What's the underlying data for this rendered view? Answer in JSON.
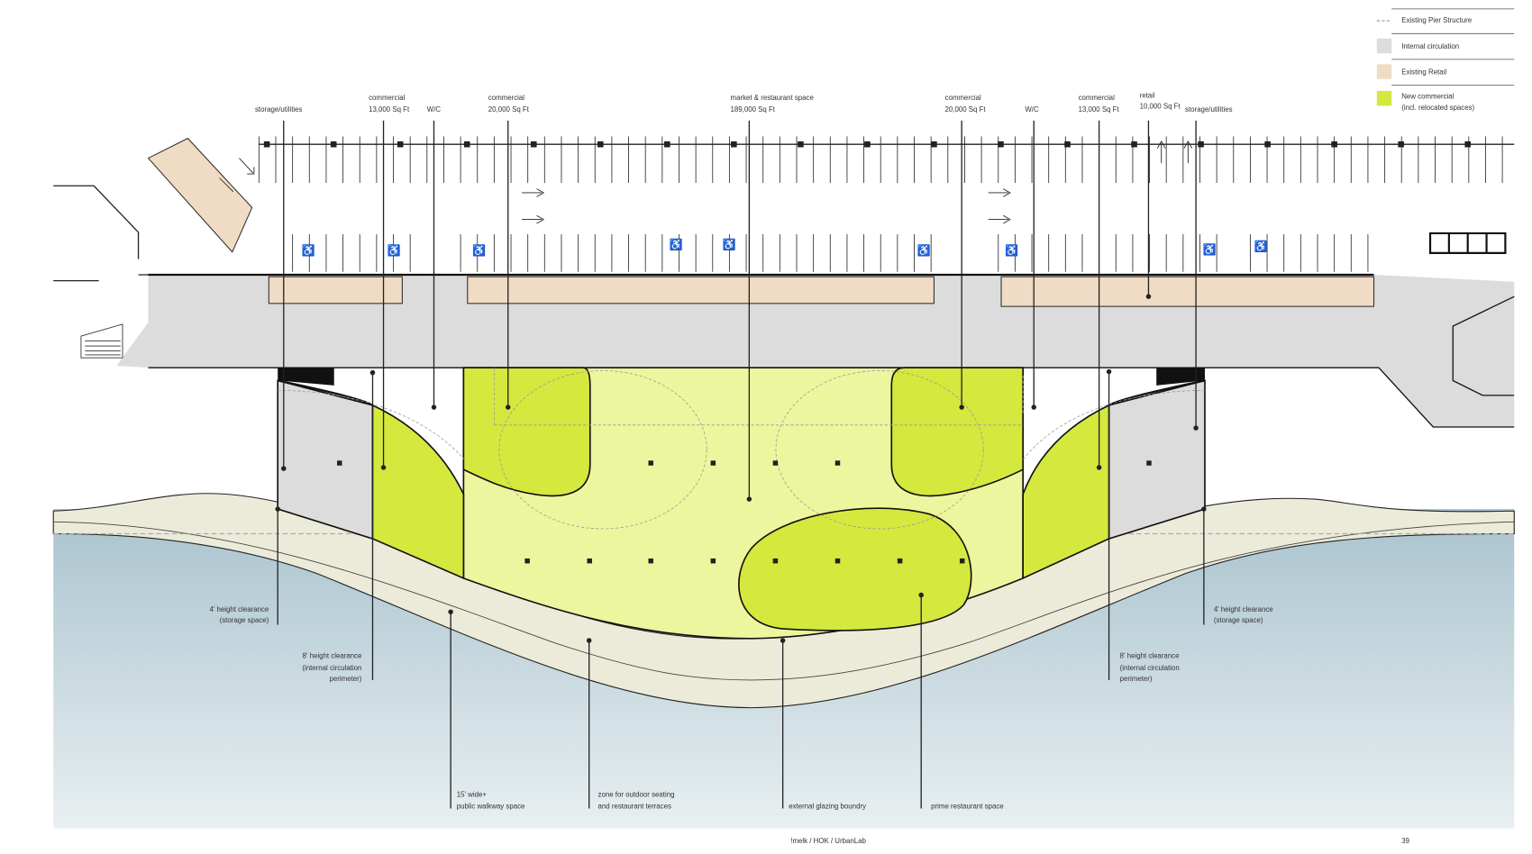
{
  "legend": {
    "items": [
      {
        "label": "Existing Pier Structure",
        "swatch": "dashed-line",
        "color": "#aaaaaa"
      },
      {
        "label": "Internal circulation",
        "color": "#dcdcdc"
      },
      {
        "label": "Existing Retail",
        "color": "#f0dcc4"
      },
      {
        "label": "New commercial",
        "label2": "(incl. relocated spaces)",
        "color": "#d4e83e"
      }
    ]
  },
  "top_labels": [
    {
      "l1": "storage/utilities"
    },
    {
      "l1": "commercial",
      "l2": "13,000 Sq Ft"
    },
    {
      "l1": "W/C"
    },
    {
      "l1": "commercial",
      "l2": "20,000 Sq Ft"
    },
    {
      "l1": "market & restaurant space",
      "l2": "189,000 Sq Ft"
    },
    {
      "l1": "commercial",
      "l2": "20,000 Sq Ft"
    },
    {
      "l1": "W/C"
    },
    {
      "l1": "commercial",
      "l2": "13,000 Sq Ft"
    },
    {
      "l1": "retail",
      "l2": "10,000 Sq Ft"
    },
    {
      "l1": "storage/utilities"
    }
  ],
  "bottom_labels": {
    "left_4ft": {
      "l1": "4' height clearance",
      "l2": "(storage space)"
    },
    "left_8ft": {
      "l1": "8' height clearance",
      "l2": "(internal circulation",
      "l3": "perimeter)"
    },
    "walkway": {
      "l1": "15' wide+",
      "l2": "public walkway space"
    },
    "outdoor": {
      "l1": "zone for outdoor seating",
      "l2": "and restaurant terraces"
    },
    "glazing": {
      "l1": "external glazing boundry"
    },
    "prime": {
      "l1": "prime restaurant space"
    },
    "right_4ft": {
      "l1": "4' height clearance",
      "l2": "(storage space)"
    },
    "right_8ft": {
      "l1": "8' height clearance",
      "l2": "(internal circulation",
      "l3": "perimeter)"
    }
  },
  "footer": {
    "credit": "!melk / HOK / UrbanLab",
    "page": "39"
  },
  "colors": {
    "water": "#b3c9d2",
    "walkway": "#ecebd9",
    "circulation": "#dcdcdc",
    "retail": "#f0dcc4",
    "new_commercial": "#d4e83e",
    "market": "#ecf69e"
  }
}
